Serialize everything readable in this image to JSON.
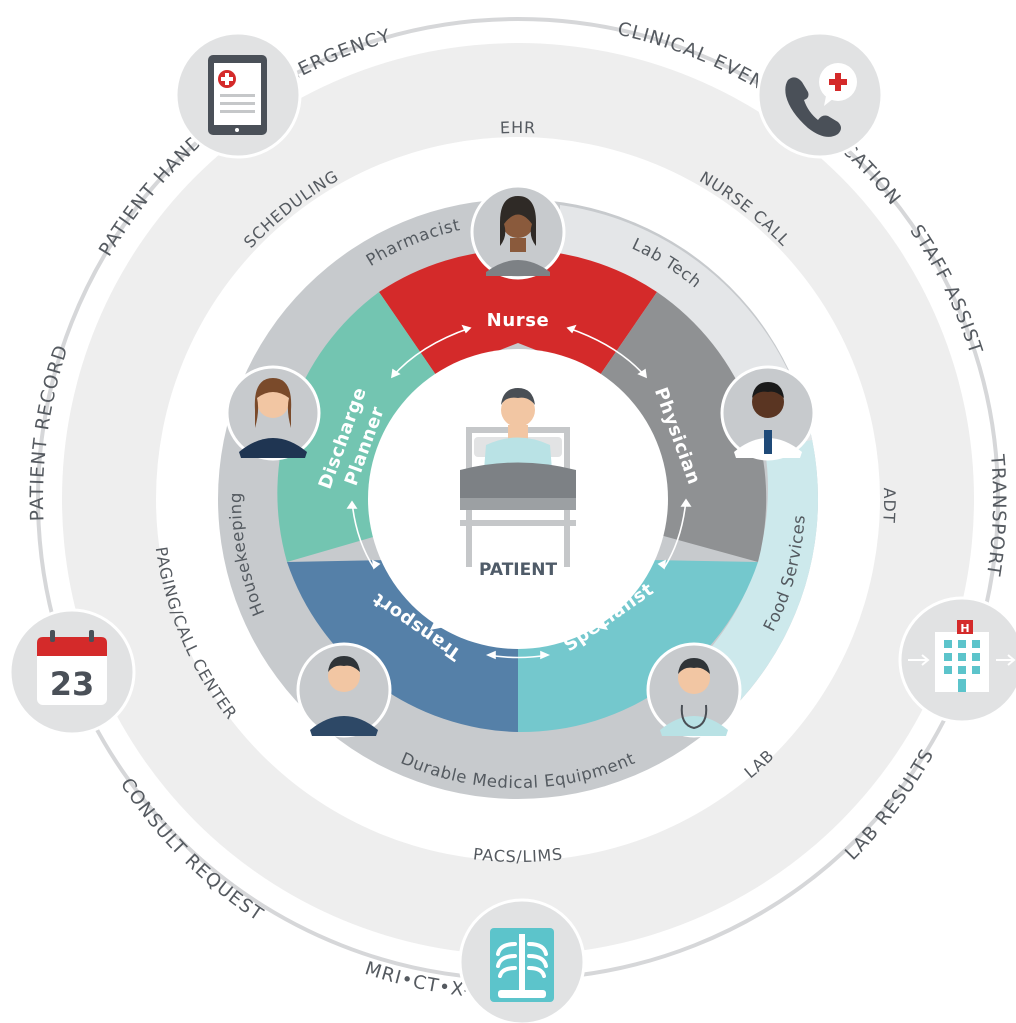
{
  "center": {
    "label": "PATIENT"
  },
  "outer_ring": {
    "labels": [
      {
        "text": "EMERGENCY",
        "angle": 337,
        "flip": false
      },
      {
        "text": "CLINICAL EVENT NOTIFIFCATION",
        "angle": 32,
        "flip": false
      },
      {
        "text": "STAFF ASSIST",
        "angle": 64,
        "flip": false
      },
      {
        "text": "TRANSPORT",
        "angle": 92,
        "flip": false
      },
      {
        "text": "LAB RESULTS",
        "angle": 127,
        "flip": true
      },
      {
        "text": "MRI•CT•X-RAY",
        "angle": 190,
        "flip": true
      },
      {
        "text": "CONSULT REQUEST",
        "angle": 225,
        "flip": true
      },
      {
        "text": "PATIENT RECORD",
        "angle": 278,
        "flip": false
      },
      {
        "text": "PATIENT HANDOFF",
        "angle": 312,
        "flip": false
      }
    ]
  },
  "middle_ring": {
    "labels": [
      {
        "text": "EHR",
        "angle": 0,
        "flip": false
      },
      {
        "text": "NURSE CALL",
        "angle": 38,
        "flip": false
      },
      {
        "text": "ADT",
        "angle": 91,
        "flip": false
      },
      {
        "text": "LAB",
        "angle": 138,
        "flip": true
      },
      {
        "text": "PACS/LIMS",
        "angle": 180,
        "flip": true
      },
      {
        "text": "PAGING/CALL CENTER",
        "angle": 247,
        "flip": true
      },
      {
        "text": "SCHEDULING",
        "angle": 322,
        "flip": false
      }
    ]
  },
  "service_ring": {
    "labels": [
      {
        "text": "Pharmacist",
        "angle": 338,
        "flip": false
      },
      {
        "text": "Lab Tech",
        "angle": 32,
        "flip": false
      },
      {
        "text": "Food Services",
        "angle": 105,
        "flip": true
      },
      {
        "text": "Durable Medical Equipment",
        "angle": 180,
        "flip": true
      },
      {
        "text": "Housekeeping",
        "angle": 259,
        "flip": false
      }
    ]
  },
  "roles": [
    {
      "name": "Nurse",
      "color": "#d42a2a"
    },
    {
      "name": "Physician",
      "color": "#8f9193"
    },
    {
      "name": "Specialist",
      "color": "#74c8cd"
    },
    {
      "name": "Transport",
      "color": "#5580a8"
    },
    {
      "name": "Discharge",
      "name2": "Planner",
      "color": "#73c5b1"
    }
  ],
  "icons": {
    "tablet": "tablet-medical-icon",
    "phone": "phone-alert-icon",
    "hospital": "hospital-building-icon",
    "xray": "x-ray-icon",
    "calendar": {
      "name": "calendar-icon",
      "day": "23"
    }
  },
  "colors": {
    "accent_red": "#d42a2a",
    "outer_ring": "#eeeeee",
    "service_ring": "#c7cacd",
    "food_services": "#cde9ec"
  }
}
